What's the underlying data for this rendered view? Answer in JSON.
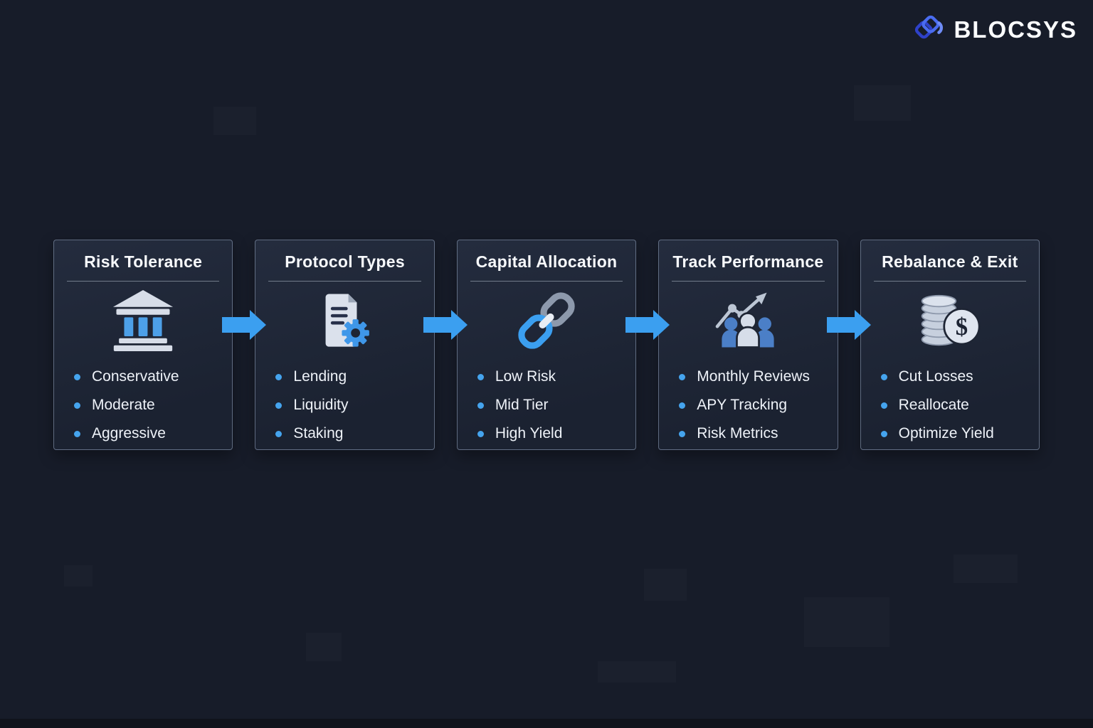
{
  "brand": {
    "name": "BLOCSYS"
  },
  "colors": {
    "background": "#171c29",
    "card_background": "#1e2534",
    "card_border": "#96a5c0",
    "arrow_blue": "#3b9ff0",
    "bullet_blue": "#45a4ee",
    "icon_light": "#d7dde8",
    "icon_blue": "#4da0e8",
    "logo_blue_dark": "#2e41c9",
    "logo_blue_light": "#4a6cf0",
    "text_white": "#f7f9fc"
  },
  "icons": {
    "coin_symbol": "$"
  },
  "steps": [
    {
      "title": "Risk Tolerance",
      "icon": "bank-icon",
      "items": [
        "Conservative",
        "Moderate",
        "Aggressive"
      ]
    },
    {
      "title": "Protocol Types",
      "icon": "document-gear-icon",
      "items": [
        "Lending",
        "Liquidity",
        "Staking"
      ]
    },
    {
      "title": "Capital Allocation",
      "icon": "chain-link-icon",
      "items": [
        "Low Risk",
        "Mid Tier",
        "High Yield"
      ]
    },
    {
      "title": "Track Performance",
      "icon": "team-growth-icon",
      "items": [
        "Monthly Reviews",
        "APY Tracking",
        "Risk Metrics"
      ]
    },
    {
      "title": "Rebalance & Exit",
      "icon": "coins-dollar-icon",
      "items": [
        "Cut Losses",
        "Reallocate",
        "Optimize Yield"
      ]
    }
  ]
}
